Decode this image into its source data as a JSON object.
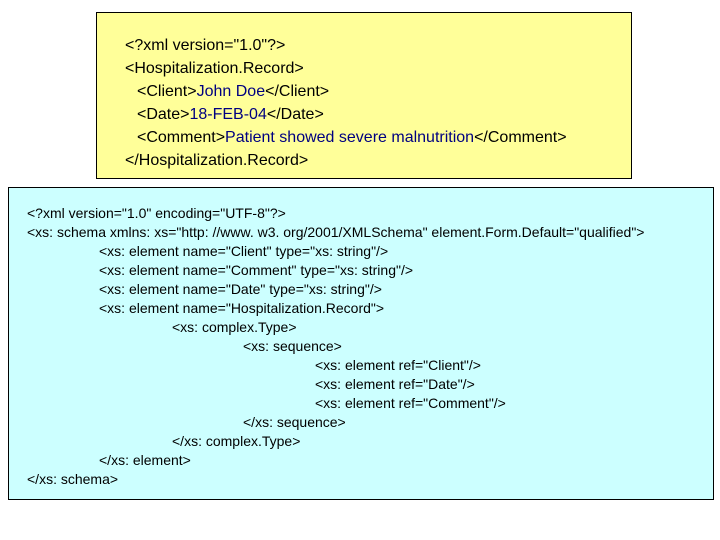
{
  "instance_document": {
    "declaration": "<?xml version=\"1.0\"?>",
    "root_open": "<Hospitalization.Record>",
    "client": {
      "open": "<Client>",
      "value": "John Doe",
      "close": "</Client>"
    },
    "date": {
      "open": "<Date>",
      "value": "18-FEB-04",
      "close": "</Date>"
    },
    "comment": {
      "open": "<Comment>",
      "value": "Patient showed severe malnutrition",
      "close": "</Comment>"
    },
    "root_close": "</Hospitalization.Record>"
  },
  "schema_document": {
    "lines": [
      "<?xml version=\"1.0\" encoding=\"UTF-8\"?>",
      "<xs: schema xmlns: xs=\"http: //www. w3. org/2001/XMLSchema\" element.Form.Default=\"qualified\">",
      "<xs: element name=\"Client\" type=\"xs: string\"/>",
      "<xs: element name=\"Comment\" type=\"xs: string\"/>",
      "<xs: element name=\"Date\" type=\"xs: string\"/>",
      "<xs: element name=\"Hospitalization.Record\">",
      "<xs: complex.Type>",
      "<xs: sequence>",
      "<xs: element ref=\"Client\"/>",
      "<xs: element ref=\"Date\"/>",
      "<xs: element ref=\"Comment\"/>",
      "</xs: sequence>",
      "</xs: complex.Type>",
      "</xs: element>",
      "</xs: schema>"
    ]
  },
  "colors": {
    "xml_box_bg": "#ffff99",
    "xsd_box_bg": "#ccffff",
    "element_value": "#000080"
  }
}
